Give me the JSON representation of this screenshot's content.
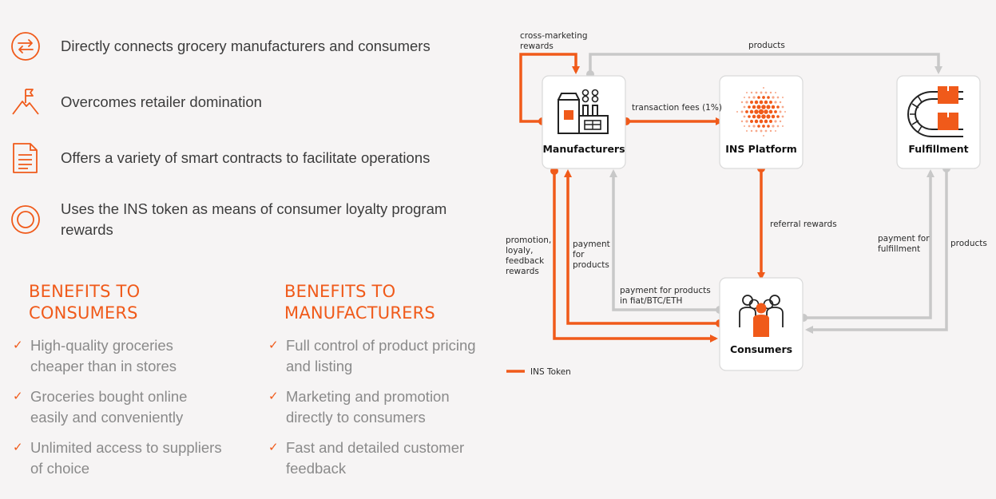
{
  "features": [
    {
      "icon": "arrows-exchange-icon",
      "text": "Directly connects grocery manufacturers and consumers"
    },
    {
      "icon": "mountain-flag-icon",
      "text": "Overcomes retailer domination"
    },
    {
      "icon": "document-icon",
      "text": "Offers a variety of smart contracts to facilitate operations"
    },
    {
      "icon": "token-coin-icon",
      "text": "Uses the INS token as means of consumer loyalty program rewards"
    }
  ],
  "benefits_consumers": {
    "title_line1": "BENEFITS TO",
    "title_line2": "CONSUMERS",
    "items": [
      "High-quality groceries cheaper than in stores",
      "Groceries bought online easily and conveniently",
      "Unlimited access to suppliers of choice"
    ]
  },
  "benefits_manufacturers": {
    "title_line1": "BENEFITS TO",
    "title_line2": "MANUFACTURERS",
    "items": [
      "Full control of product pricing and listing",
      "Marketing and promotion directly to consumers",
      "Fast and detailed customer feedback"
    ]
  },
  "diagram": {
    "nodes": {
      "manufacturers": "Manufacturers",
      "platform": "INS Platform",
      "fulfillment": "Fulfillment",
      "consumers": "Consumers"
    },
    "labels": {
      "cross_marketing_1": "cross-marketing",
      "cross_marketing_2": "rewards",
      "products_top": "products",
      "transaction_fees": "transaction fees (1%)",
      "referral_rewards": "referral rewards",
      "promo_1": "promotion,",
      "promo_2": "loyaly,",
      "promo_3": "feedback",
      "promo_4": "rewards",
      "payment_products_1": "payment",
      "payment_products_2": "for",
      "payment_products_3": "products",
      "payment_fiat_1": "payment for products",
      "payment_fiat_2": "in fiat/BTC/ETH",
      "payment_fulfillment_1": "payment for",
      "payment_fulfillment_2": "fulfillment",
      "products_right": "products"
    },
    "legend": "INS Token",
    "colors": {
      "token": "#f05a1a",
      "flow": "#c8c8c8"
    }
  }
}
